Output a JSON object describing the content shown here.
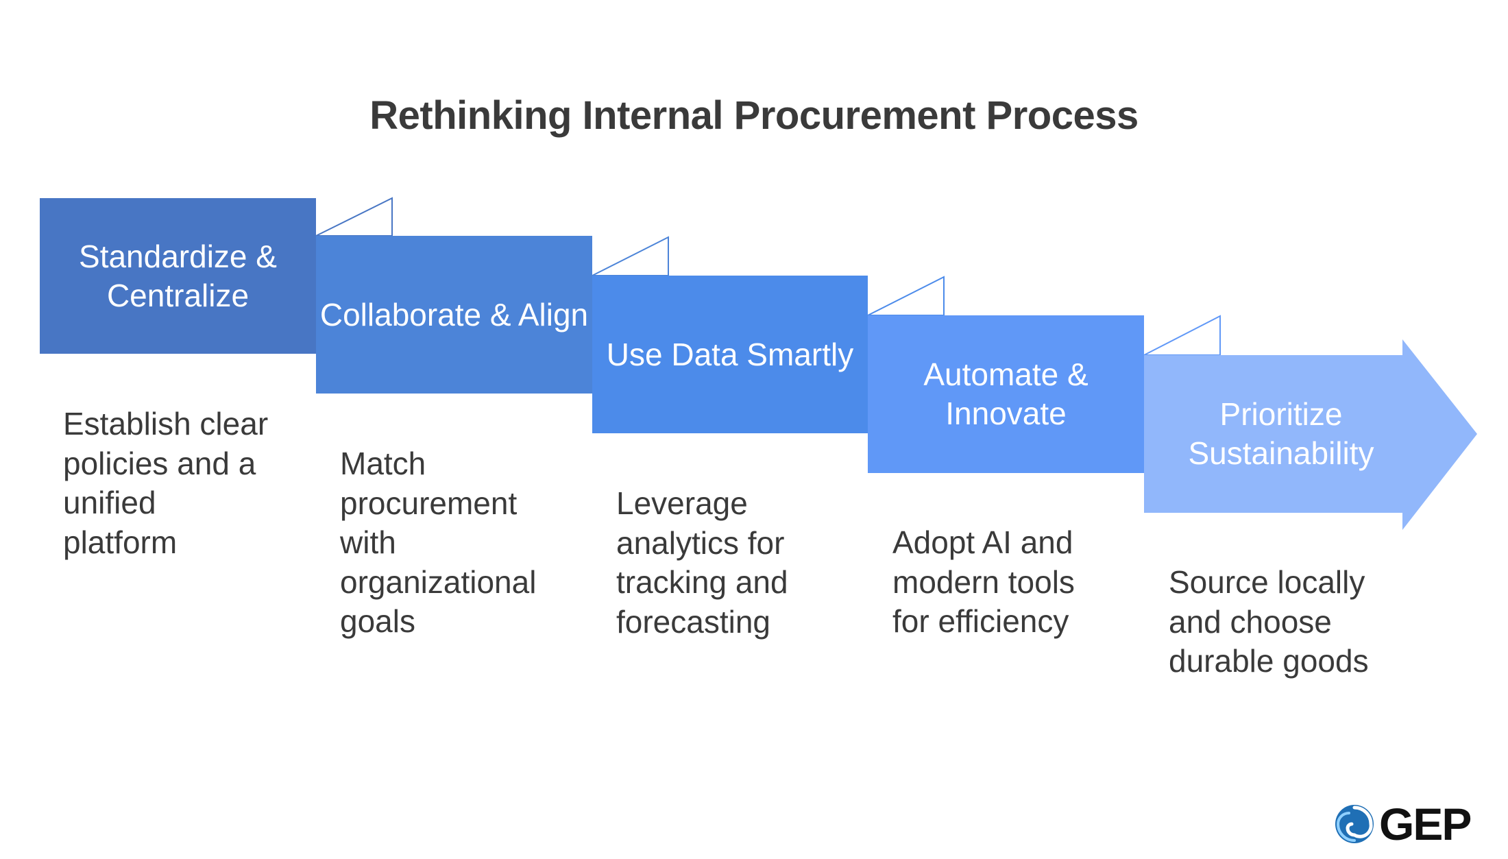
{
  "title": "Rethinking Internal Procurement Process",
  "steps": [
    {
      "label": "Standardize &\nCentralize",
      "description": "Establish clear\npolicies and a\nunified\nplatform",
      "color": "#4876C4"
    },
    {
      "label": "Collaborate &\nAlign",
      "description": "Match\nprocurement\nwith\norganizational\ngoals",
      "color": "#4C84D8"
    },
    {
      "label": "Use Data\nSmartly",
      "description": "Leverage\nanalytics for\ntracking and\nforecasting",
      "color": "#4C8BEA"
    },
    {
      "label": "Automate &\nInnovate",
      "description": "Adopt AI and\nmodern tools\nfor efficiency",
      "color": "#6098F7"
    },
    {
      "label": "Prioritize\nSustainability",
      "description": "Source locally\nand choose\ndurable goods",
      "color": "#91B7FB"
    }
  ],
  "colors": {
    "fold": "#ffffff",
    "fold_stroke": "#7aa2e8",
    "title": "#3a3a3a",
    "text": "#3a3a3a"
  },
  "logo": {
    "text": "GEP",
    "icon": "gep-swirl-icon"
  }
}
